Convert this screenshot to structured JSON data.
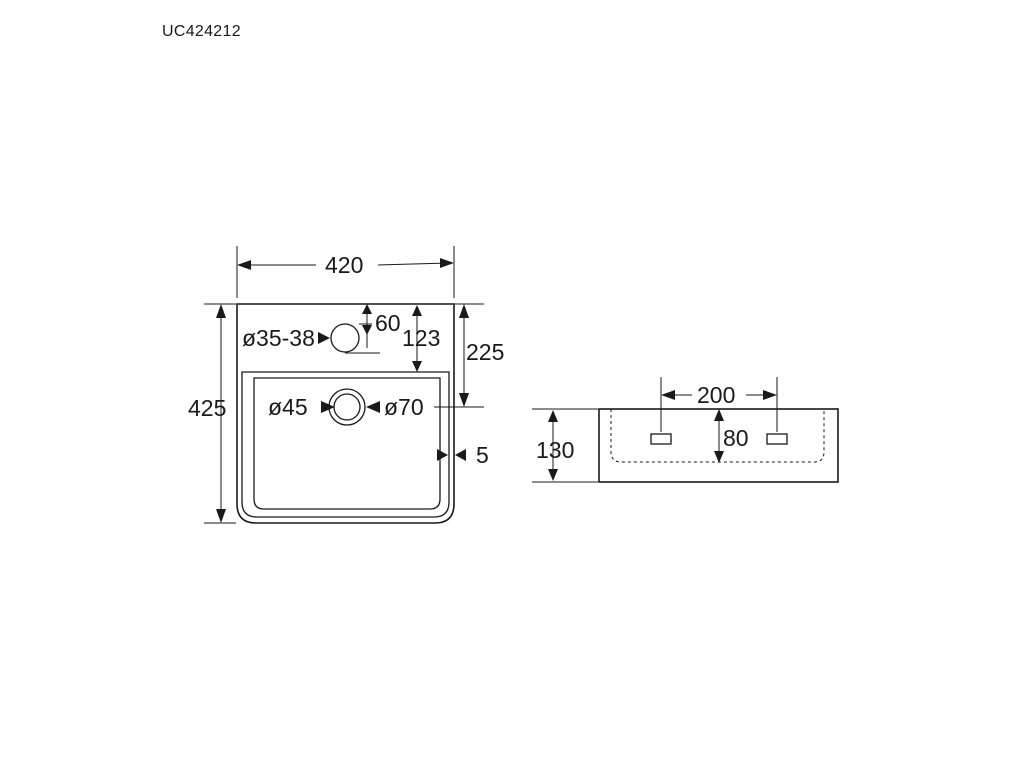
{
  "model_code": "UC424212",
  "top_view": {
    "width": "420",
    "height": "425",
    "tap_hole_diameter": "ø35-38",
    "tap_hole_offset": "60",
    "tap_hole_to_bowl": "123",
    "back_to_drain": "225",
    "drain_diameter": "ø45",
    "drain_outer_diameter": "ø70",
    "wall_thickness": "5"
  },
  "side_view": {
    "height": "130",
    "mounting_spacing": "200",
    "mounting_height": "80"
  },
  "colors": {
    "line": "#1a1a1a",
    "background": "#ffffff"
  }
}
